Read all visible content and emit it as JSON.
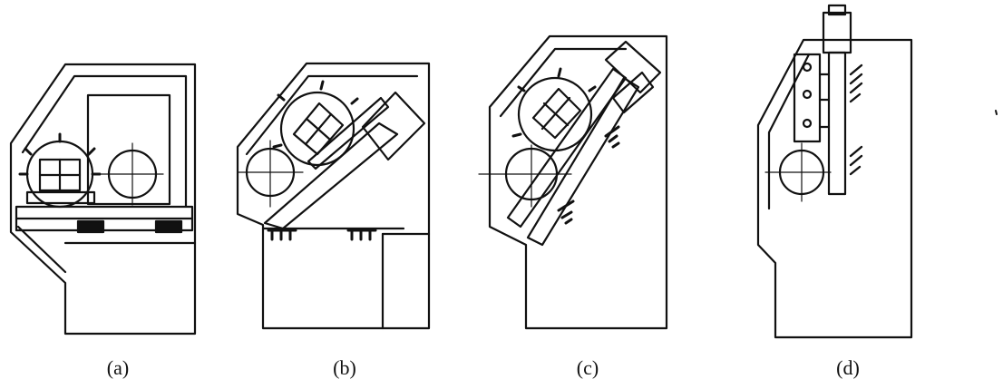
{
  "figure": {
    "captions": [
      "(a)",
      "(b)",
      "(c)",
      "(d)"
    ]
  },
  "style": {
    "ink": "#111111",
    "background": "#ffffff"
  }
}
